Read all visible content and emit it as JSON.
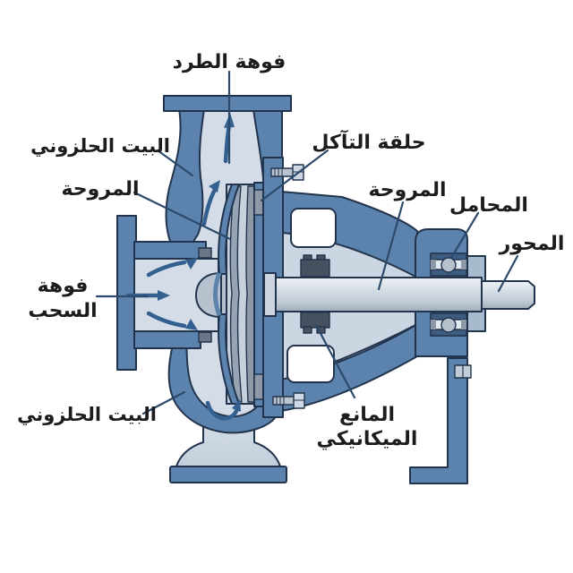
{
  "labels": {
    "discharge_nozzle": {
      "text": "فوهة الطرد"
    },
    "volute_upper": {
      "text": "البيت الحلزوني"
    },
    "impeller_left": {
      "text": "المروحة"
    },
    "suction_nozzle": {
      "line1": "فوهة",
      "line2": "السحب"
    },
    "volute_lower": {
      "text": "البيت الحلزوني"
    },
    "wear_ring": {
      "text": "حلقة التآكل"
    },
    "impeller_right": {
      "text": "المروحة"
    },
    "bearings": {
      "text": "المحامل"
    },
    "shaft": {
      "text": "المحور"
    },
    "mechanical_seal": {
      "line1": "المانع",
      "line2": "الميكانيكي"
    }
  },
  "colors": {
    "background": "#ffffff",
    "casing": "#5b83ae",
    "outline": "#22344d",
    "fluid": "#d4dde7",
    "interior": "#ccd6e2",
    "metal_gray": "#b6c1cd",
    "gray_dark": "#8d99a7",
    "corner_dark": "#6b7786",
    "seal": "#46515f",
    "bearing_race": "#3e5b80",
    "arrow": "#33608f",
    "leader": "#2c4a6b",
    "text": "#1c1c1c"
  }
}
